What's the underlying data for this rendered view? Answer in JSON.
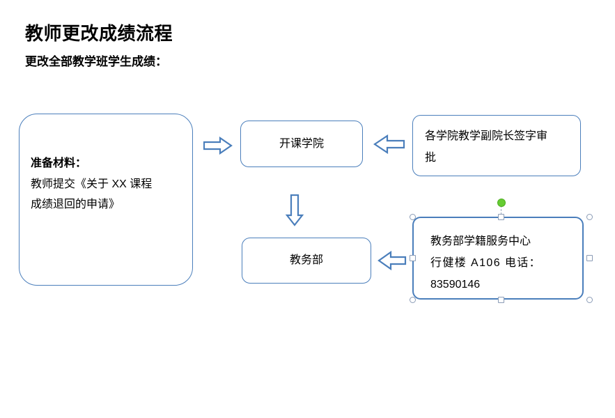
{
  "document": {
    "title": "教师更改成绩流程",
    "subtitle": "更改全部教学班学生成绩："
  },
  "theme": {
    "shape_border": "#4a7ebb",
    "arrow_stroke": "#4a7ebb",
    "arrow_fill": "#ffffff",
    "text": "#000000",
    "background": "#ffffff",
    "rotation_handle": "#66cc33",
    "selection_handle": "#ffffff"
  },
  "flow": {
    "prepare_box": {
      "heading": "准备材料：",
      "line1": "教师提交《关于 XX 课程",
      "line2": "成绩退回的申请》"
    },
    "college_box": {
      "label": "开课学院"
    },
    "approval_box": {
      "line1": "各学院教学副院长签字审",
      "line2": "批"
    },
    "academic_affairs_box": {
      "label": "教务部"
    },
    "service_center_box": {
      "line1": "教务部学籍服务中心",
      "line2": "行健楼 A106 电话：",
      "line3": "83590146",
      "selected": "true"
    },
    "arrows": {
      "prepare_to_college": "arrow-right-icon",
      "approval_to_college": "arrow-left-icon",
      "college_to_affairs": "arrow-down-icon",
      "service_to_affairs": "arrow-left-icon"
    }
  }
}
